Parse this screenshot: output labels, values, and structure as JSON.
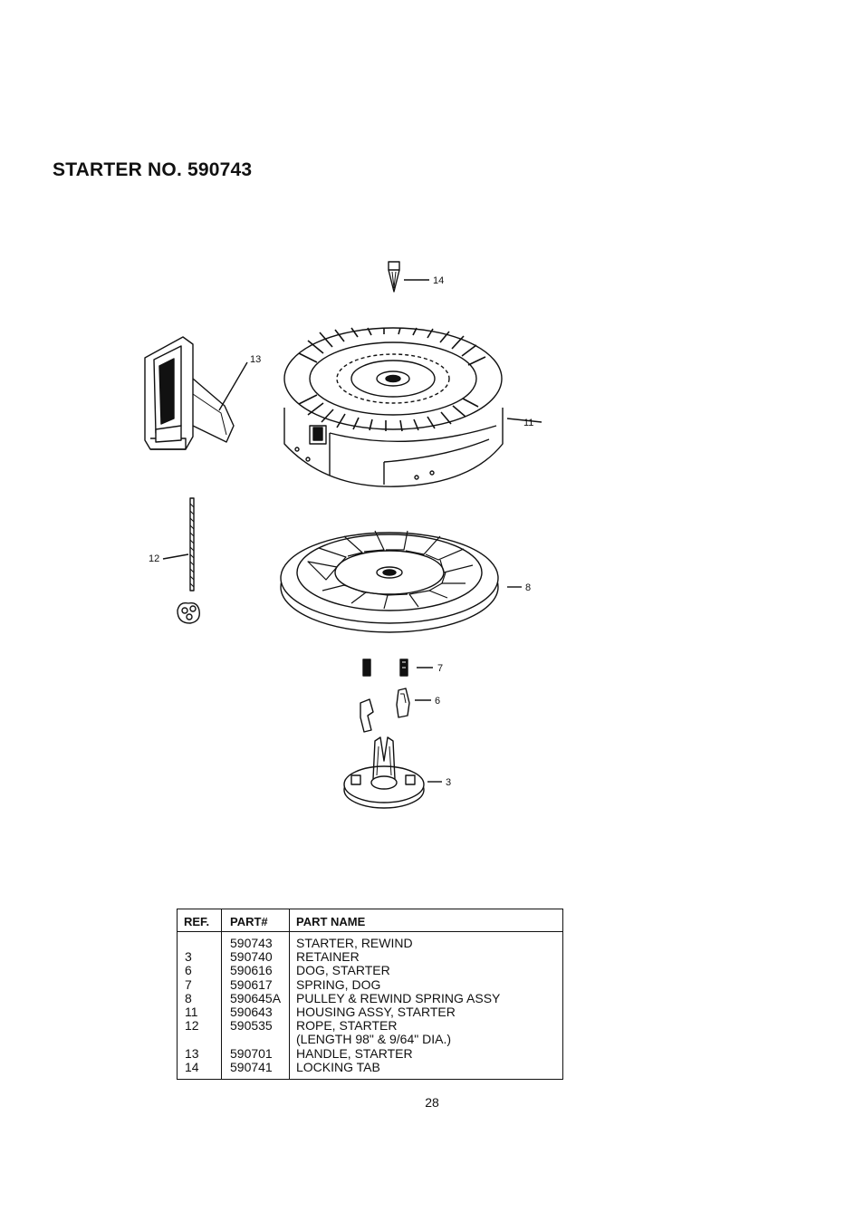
{
  "page": {
    "title": "STARTER NO. 590743",
    "page_number": "28"
  },
  "callouts": [
    "14",
    "13",
    "11",
    "12",
    "8",
    "7",
    "6",
    "3"
  ],
  "table": {
    "headers": {
      "ref": "REF.",
      "part": "PART#",
      "name": "PART NAME"
    },
    "rows": [
      {
        "ref": "",
        "part": "590743",
        "name": "STARTER, REWIND"
      },
      {
        "ref": "3",
        "part": "590740",
        "name": "RETAINER"
      },
      {
        "ref": "6",
        "part": "590616",
        "name": "DOG, STARTER"
      },
      {
        "ref": "7",
        "part": "590617",
        "name": "SPRING, DOG"
      },
      {
        "ref": "8",
        "part": "590645A",
        "name": "PULLEY & REWIND SPRING ASSY"
      },
      {
        "ref": "11",
        "part": "590643",
        "name": "HOUSING ASSY, STARTER"
      },
      {
        "ref": "12",
        "part": "590535",
        "name": "ROPE, STARTER"
      },
      {
        "ref": "",
        "part": "",
        "name": "(LENGTH 98\" & 9/64\" DIA.)"
      },
      {
        "ref": "13",
        "part": "590701",
        "name": "HANDLE, STARTER"
      },
      {
        "ref": "14",
        "part": "590741",
        "name": "LOCKING TAB"
      }
    ]
  }
}
